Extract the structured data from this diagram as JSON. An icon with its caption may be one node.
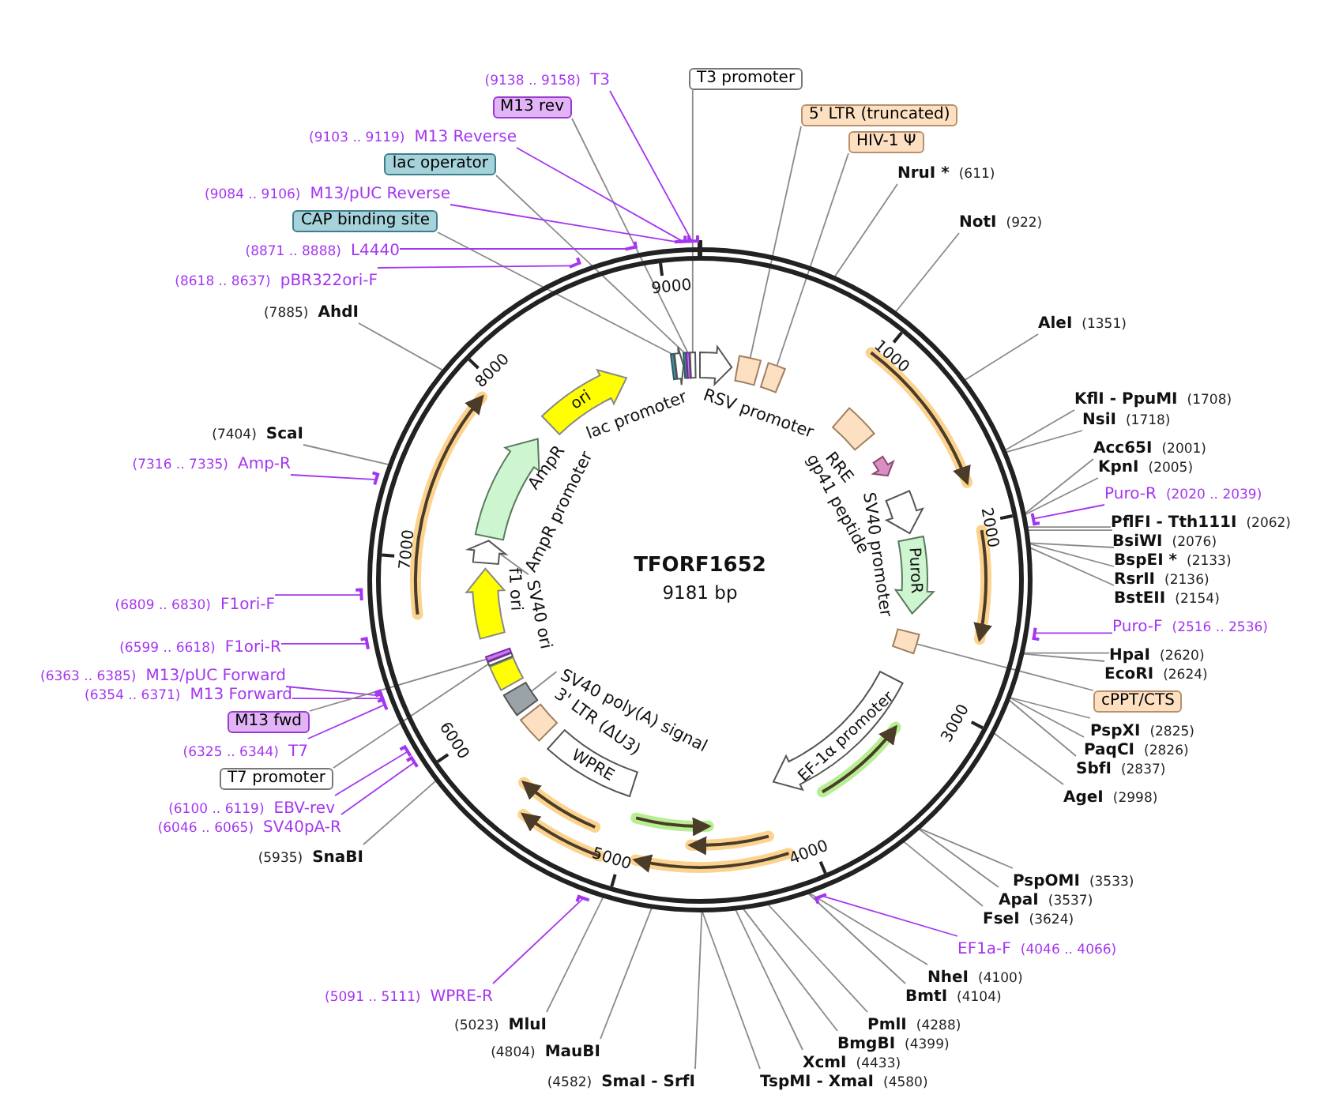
{
  "diagram": {
    "title": "TFORF1652",
    "nodes": [
      {
        "text": [],
        "shape": "box"
      },
      {
        "text": [],
        "shape": "arrow",
        "beside": [
          "lac promoter"
        ]
      },
      {
        "text": [],
        "shape": "box"
      },
      {
        "text": [],
        "shape": "box"
      },
      {
        "text": [],
        "shape": "box"
      },
      {
        "text": [],
        "shape": "arrow",
        "beside": [
          "RSV promoter"
        ]
      },
      {
        "text": [],
        "shape": "box"
      },
      {
        "text": [],
        "shape": "box"
      },
      {
        "text": [],
        "shape": "box",
        "beside": [
          "RRE"
        ]
      },
      {
        "text": [],
        "shape": "arrow",
        "beside": [
          "gp41 peptide"
        ]
      },
      {
        "text": [],
        "shape": "arrow",
        "beside": [
          "SV40 promoter"
        ]
      },
      {
        "text": [
          "PuroR"
        ]
      },
      {
        "text": [],
        "shape": "box"
      },
      {
        "text": [
          "EF-1α promoter"
        ]
      },
      {
        "text": [
          "WPRE"
        ]
      },
      {
        "text": [],
        "shape": "box",
        "beside": [
          "3' LTR (ΔU3)"
        ]
      },
      {
        "text": [],
        "shape": "box"
      },
      {
        "text": [],
        "shape": "box",
        "beside": [
          "SV40 ori"
        ]
      },
      {
        "text": [],
        "shape": "box"
      },
      {
        "text": [],
        "shape": "box"
      },
      {
        "text": [],
        "shape": "arrow",
        "beside": [
          "f1 ori"
        ]
      },
      {
        "text": [],
        "shape": "arrow"
      },
      {
        "text": [],
        "shape": "arrow",
        "beside": [
          "AmpR"
        ]
      },
      {
        "text": [
          "ori"
        ]
      },
      {
        "text": [
          "T3 promoter"
        ]
      },
      {
        "text": [
          "5' LTR (truncated)"
        ]
      },
      {
        "text": [
          "HIV-1 Ψ"
        ]
      },
      {
        "text": [
          "NruI *",
          "(611)"
        ]
      },
      {
        "text": [
          "NotI",
          "(922)"
        ]
      },
      {
        "text": [
          "AleI",
          "(1351)"
        ]
      },
      {
        "text": [
          "KflI - PpuMI",
          "(1708)"
        ]
      },
      {
        "text": [
          "NsiI",
          "(1718)"
        ]
      },
      {
        "text": [
          "Acc65I",
          "(2001)"
        ]
      },
      {
        "text": [
          "KpnI",
          "(2005)"
        ]
      },
      {
        "text": [
          "Puro-R",
          "(2020 .. 2039)"
        ]
      },
      {
        "text": [
          "PflFI - Tth111I",
          "(2062)"
        ]
      },
      {
        "text": [
          "BsiWI",
          "(2076)"
        ]
      },
      {
        "text": [
          "BspEI *",
          "(2133)"
        ]
      },
      {
        "text": [
          "RsrII",
          "(2136)"
        ]
      },
      {
        "text": [
          "BstEII",
          "(2154)"
        ]
      },
      {
        "text": [
          "Puro-F",
          "(2516 .. 2536)"
        ]
      },
      {
        "text": [
          "HpaI",
          "(2620)"
        ]
      },
      {
        "text": [
          "EcoRI",
          "(2624)"
        ]
      },
      {
        "text": [
          "cPPT/CTS"
        ]
      },
      {
        "text": [
          "PspXI",
          "(2825)"
        ]
      },
      {
        "text": [
          "PaqCI",
          "(2826)"
        ]
      },
      {
        "text": [
          "SbfI",
          "(2837)"
        ]
      },
      {
        "text": [
          "AgeI",
          "(2998)"
        ]
      },
      {
        "text": [
          "PspOMI",
          "(3533)"
        ]
      },
      {
        "text": [
          "ApaI",
          "(3537)"
        ]
      },
      {
        "text": [
          "FseI",
          "(3624)"
        ]
      },
      {
        "text": [
          "EF1a-F",
          "(4046 .. 4066)"
        ]
      },
      {
        "text": [
          "NheI",
          "(4100)"
        ]
      },
      {
        "text": [
          "BmtI",
          "(4104)"
        ]
      },
      {
        "text": [
          "PmlI",
          "(4288)"
        ]
      },
      {
        "text": [
          "BmgBI",
          "(4399)"
        ]
      },
      {
        "text": [
          "XcmI",
          "(4433)"
        ]
      },
      {
        "text": [
          "TspMI - XmaI",
          "(4580)"
        ]
      },
      {
        "text": [
          "(4582)",
          "SmaI - SrfI"
        ]
      },
      {
        "text": [
          "(4804)",
          "MauBI"
        ]
      },
      {
        "text": [
          "(5023)",
          "MluI"
        ]
      },
      {
        "text": [
          "(5091 .. 5111)",
          "WPRE-R"
        ]
      },
      {
        "text": [
          "(5935)",
          "SnaBI"
        ]
      },
      {
        "text": [
          "(6046 .. 6065)",
          "SV40pA-R"
        ]
      },
      {
        "text": [
          "(6100 .. 6119)",
          "EBV-rev"
        ]
      },
      {
        "text": [
          "T7 promoter"
        ]
      },
      {
        "text": [
          "(6325 .. 6344)",
          "T7"
        ]
      },
      {
        "text": [
          "M13 fwd"
        ]
      },
      {
        "text": [
          "(6354 .. 6371)",
          "M13 Forward"
        ]
      },
      {
        "text": [
          "(6363 .. 6385)",
          "M13/pUC Forward"
        ]
      },
      {
        "text": [
          "(6599 .. 6618)",
          "F1ori-R"
        ]
      },
      {
        "text": [
          "(6809 .. 6830)",
          "F1ori-F"
        ]
      },
      {
        "text": [
          "(7316 .. 7335)",
          "Amp-R"
        ]
      },
      {
        "text": [
          "(7404)",
          "ScaI"
        ]
      },
      {
        "text": [
          "(7885)",
          "AhdI"
        ]
      },
      {
        "text": [
          "(8618 .. 8637)",
          "pBR322ori-F"
        ]
      },
      {
        "text": [
          "(8871 .. 8888)",
          "L4440"
        ]
      },
      {
        "text": [
          "CAP binding site"
        ]
      },
      {
        "text": [
          "(9084 .. 9106)",
          "M13/pUC Reverse"
        ]
      },
      {
        "text": [
          "lac operator"
        ]
      },
      {
        "text": [
          "(9103 .. 9119)",
          "M13 Reverse"
        ]
      },
      {
        "text": [
          "M13 rev"
        ]
      },
      {
        "text": [
          "(9138 .. 9158)",
          "T3"
        ]
      },
      {
        "text": [
          "SV40 poly(A) signal"
        ]
      },
      {
        "text": [
          "AmpR promoter"
        ]
      }
    ],
    "edges": [
      {
        "from": 24,
        "to": 4,
        "arrow": "none"
      },
      {
        "from": 25,
        "to": 6,
        "arrow": "none"
      },
      {
        "from": 26,
        "to": 7,
        "arrow": "none"
      },
      {
        "from": 27,
        "to": null,
        "arrow": "none"
      },
      {
        "from": 28,
        "to": null,
        "arrow": "none"
      },
      {
        "from": 29,
        "to": null,
        "arrow": "none"
      },
      {
        "from": 30,
        "to": null,
        "arrow": "none"
      },
      {
        "from": 31,
        "to": null,
        "arrow": "none"
      },
      {
        "from": 32,
        "to": null,
        "arrow": "none"
      },
      {
        "from": 33,
        "to": null,
        "arrow": "none"
      },
      {
        "from": 34,
        "to": null,
        "arrow": "none",
        "color": "#a436f0"
      },
      {
        "from": 35,
        "to": null,
        "arrow": "none"
      },
      {
        "from": 36,
        "to": null,
        "arrow": "none"
      },
      {
        "from": 37,
        "to": null,
        "arrow": "none"
      },
      {
        "from": 38,
        "to": null,
        "arrow": "none"
      },
      {
        "from": 39,
        "to": null,
        "arrow": "none"
      },
      {
        "from": 40,
        "to": null,
        "arrow": "none",
        "color": "#a436f0"
      },
      {
        "from": 41,
        "to": null,
        "arrow": "none"
      },
      {
        "from": 42,
        "to": null,
        "arrow": "none"
      },
      {
        "from": 43,
        "to": 12,
        "arrow": "none"
      },
      {
        "from": 44,
        "to": null,
        "arrow": "none"
      },
      {
        "from": 45,
        "to": null,
        "arrow": "none"
      },
      {
        "from": 46,
        "to": null,
        "arrow": "none"
      },
      {
        "from": 47,
        "to": null,
        "arrow": "none"
      },
      {
        "from": 48,
        "to": null,
        "arrow": "none"
      },
      {
        "from": 49,
        "to": null,
        "arrow": "none"
      },
      {
        "from": 50,
        "to": null,
        "arrow": "none"
      },
      {
        "from": 51,
        "to": null,
        "arrow": "none",
        "color": "#a436f0"
      },
      {
        "from": 52,
        "to": null,
        "arrow": "none"
      },
      {
        "from": 53,
        "to": null,
        "arrow": "none"
      },
      {
        "from": 54,
        "to": null,
        "arrow": "none"
      },
      {
        "from": 55,
        "to": null,
        "arrow": "none"
      },
      {
        "from": 56,
        "to": null,
        "arrow": "none"
      },
      {
        "from": 57,
        "to": null,
        "arrow": "none"
      },
      {
        "from": 58,
        "to": null,
        "arrow": "none"
      },
      {
        "from": 59,
        "to": null,
        "arrow": "none"
      },
      {
        "from": 60,
        "to": null,
        "arrow": "none"
      },
      {
        "from": 61,
        "to": null,
        "arrow": "none",
        "color": "#a436f0"
      },
      {
        "from": 62,
        "to": null,
        "arrow": "none"
      },
      {
        "from": 63,
        "to": null,
        "arrow": "none",
        "color": "#a436f0"
      },
      {
        "from": 64,
        "to": null,
        "arrow": "none",
        "color": "#a436f0"
      },
      {
        "from": 65,
        "to": 18,
        "arrow": "none"
      },
      {
        "from": 66,
        "to": null,
        "arrow": "none",
        "color": "#a436f0"
      },
      {
        "from": 67,
        "to": 19,
        "arrow": "none"
      },
      {
        "from": 68,
        "to": null,
        "arrow": "none",
        "color": "#a436f0"
      },
      {
        "from": 69,
        "to": null,
        "arrow": "none",
        "color": "#a436f0"
      },
      {
        "from": 70,
        "to": null,
        "arrow": "none",
        "color": "#a436f0"
      },
      {
        "from": 71,
        "to": null,
        "arrow": "none",
        "color": "#a436f0"
      },
      {
        "from": 72,
        "to": null,
        "arrow": "none",
        "color": "#a436f0"
      },
      {
        "from": 73,
        "to": null,
        "arrow": "none"
      },
      {
        "from": 74,
        "to": null,
        "arrow": "none"
      },
      {
        "from": 75,
        "to": null,
        "arrow": "none",
        "color": "#a436f0"
      },
      {
        "from": 76,
        "to": null,
        "arrow": "none",
        "color": "#a436f0"
      },
      {
        "from": 77,
        "to": 0,
        "arrow": "none"
      },
      {
        "from": 78,
        "to": null,
        "arrow": "none",
        "color": "#a436f0"
      },
      {
        "from": 79,
        "to": 2,
        "arrow": "none"
      },
      {
        "from": 80,
        "to": null,
        "arrow": "none",
        "color": "#a436f0"
      },
      {
        "from": 81,
        "to": 3,
        "arrow": "none"
      },
      {
        "from": 82,
        "to": null,
        "arrow": "none",
        "color": "#a436f0"
      },
      {
        "from": 83,
        "to": 16,
        "arrow": "none"
      },
      {
        "from": 84,
        "to": 21,
        "arrow": "none"
      }
    ],
    "labels": [
      "9181 bp",
      "1000",
      "2000",
      "3000",
      "4000",
      "5000",
      "6000",
      "7000",
      "8000",
      "9000"
    ]
  }
}
